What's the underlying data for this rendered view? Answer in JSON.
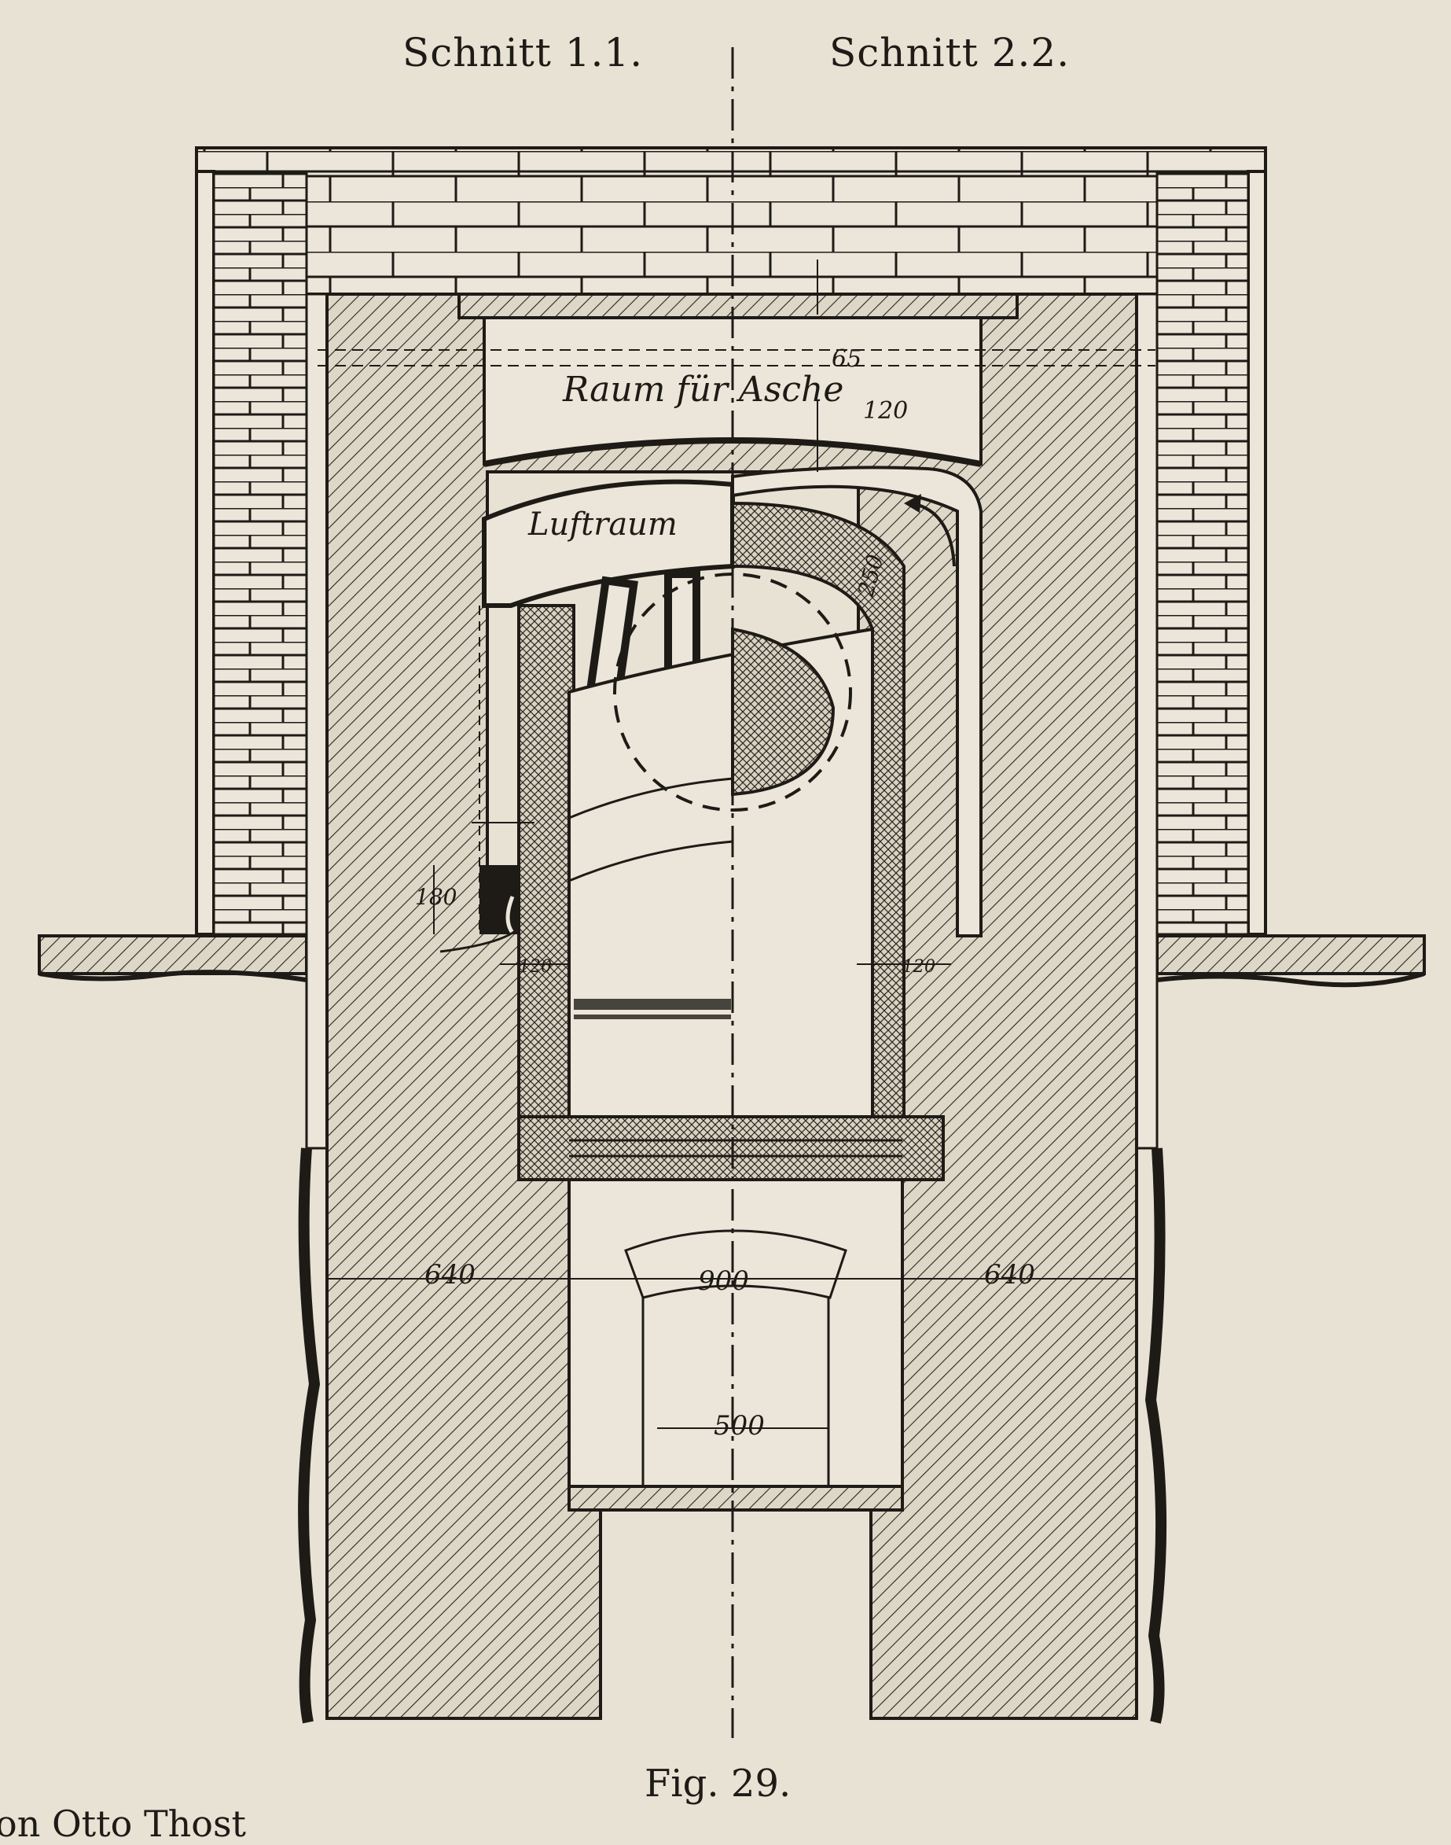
{
  "headings": {
    "left": "Schnitt 1.1.",
    "right": "Schnitt 2.2."
  },
  "labels": {
    "ash_space": "Raum für Asche",
    "air_space": "Luftraum"
  },
  "dimensions": {
    "d_65": "65",
    "d_120_top": "120",
    "d_250": "250",
    "d_180": "180",
    "d_left_small": "120",
    "d_right_small": "120",
    "d_640_left": "640",
    "d_900": "900",
    "d_640_right": "640",
    "d_500": "500"
  },
  "caption": "Fig. 29.",
  "footer": "on Otto Thost"
}
